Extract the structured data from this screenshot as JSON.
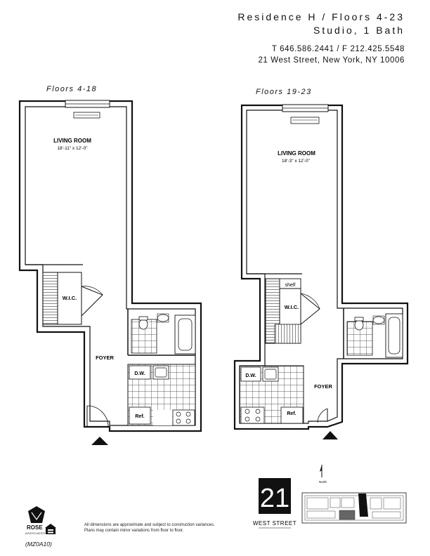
{
  "header": {
    "title_line1": "Residence H  /  Floors 4-23",
    "title_line2": "Studio, 1 Bath",
    "contact_line1": "T 646.586.2441  /  F 212.425.5548",
    "contact_line2": "21 West Street, New York, NY 10006"
  },
  "plan_a": {
    "floor_label": "Floors 4-18",
    "living_room": "LIVING ROOM",
    "living_dims": "18'-11\" x 12'-0\"",
    "wic": "W.I.C.",
    "foyer": "FOYER",
    "dw": "D.W.",
    "ref": "Ref."
  },
  "plan_b": {
    "floor_label": "Floors 19-23",
    "living_room": "LIVING ROOM",
    "living_dims": "18'-3\" x 12'-0\"",
    "shelf": "shelf",
    "wic": "W.I.C.",
    "foyer": "FOYER",
    "dw": "D.W.",
    "ref": "Ref."
  },
  "north_label": "North",
  "logo": {
    "number": "21",
    "name": "WEST STREET"
  },
  "footer": {
    "brand": "ROSE",
    "brand_sub": "ASSOCIATES",
    "disclaimer_line1": "All dimensions are approximate and subject to construction variances.",
    "disclaimer_line2": "Plans may contain minor variations from floor to floor.",
    "code": "(MZ0A10)"
  }
}
